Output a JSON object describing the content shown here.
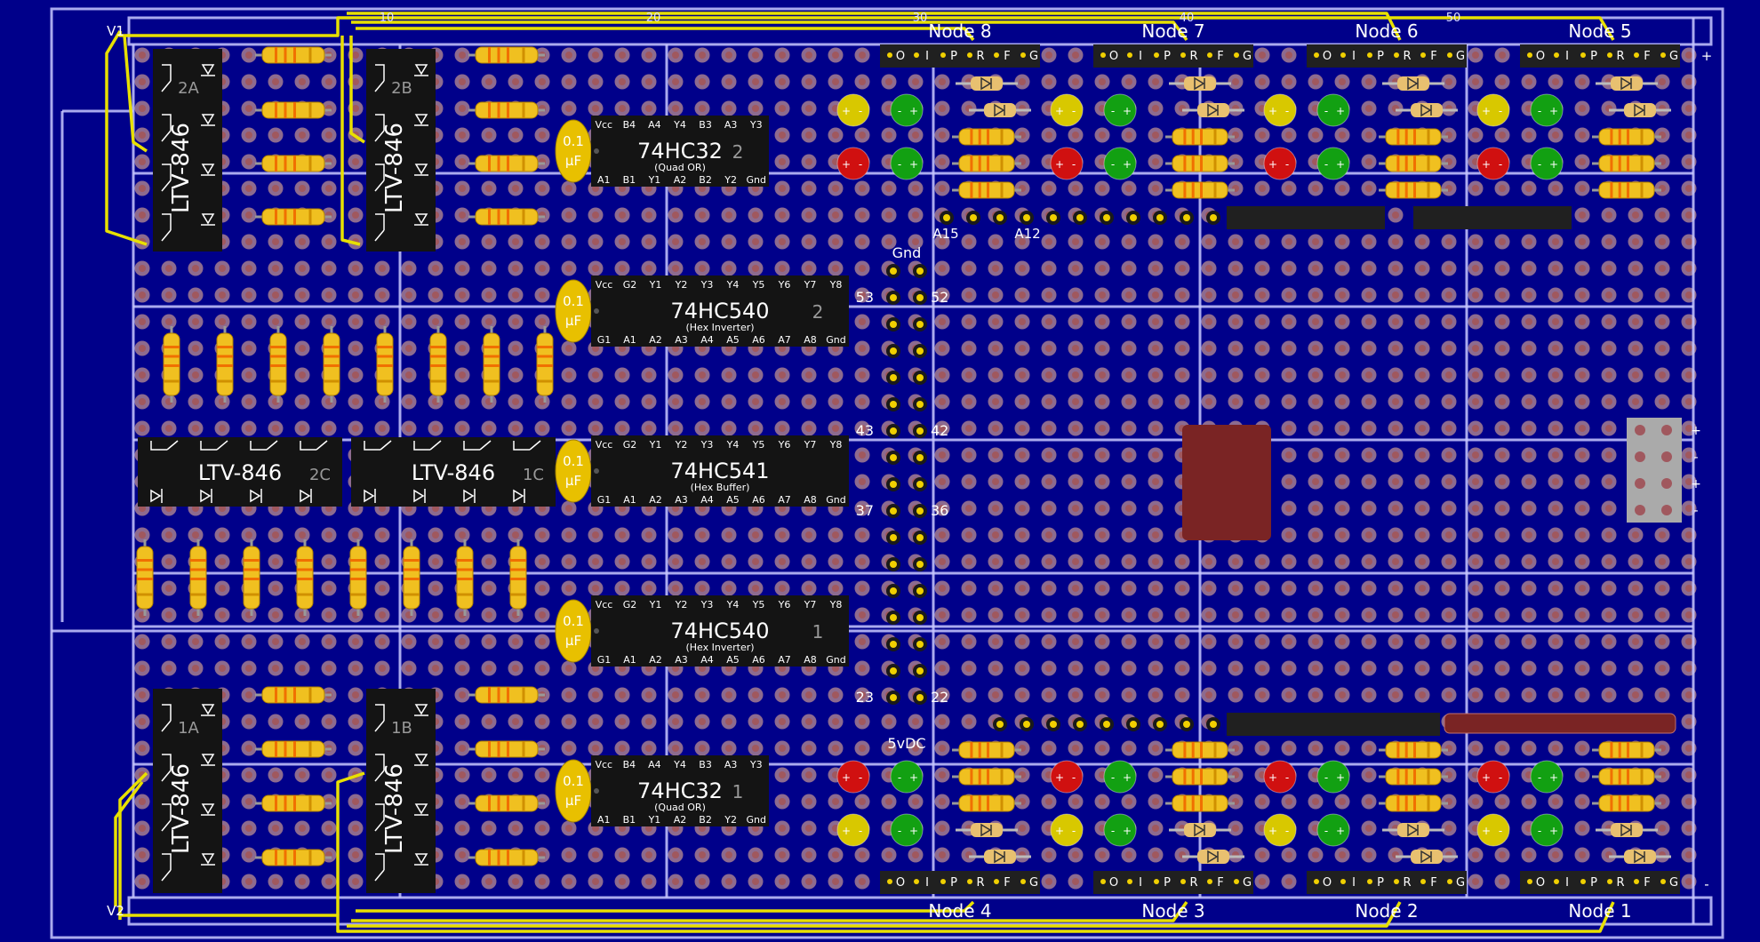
{
  "colors": {
    "background": "#00008a",
    "trace": "#c8c8ff",
    "pad": "#a0585e",
    "wire": "#e8e000",
    "ic": "#141414",
    "cap": "#e8c000",
    "led_red": "#d01010",
    "led_green": "#12a012",
    "led_yellow": "#d8c800",
    "connector": "#202020",
    "block": "#7a2424"
  },
  "board": {
    "column_marks": [
      "10",
      "20",
      "30",
      "40",
      "50"
    ],
    "corner_labels": {
      "v1": "V1",
      "v2": "V2",
      "plus": "+",
      "minus": "-"
    }
  },
  "optocouplers": [
    {
      "id": "2A",
      "part": "LTV-846"
    },
    {
      "id": "2B",
      "part": "LTV-846"
    },
    {
      "id": "2C",
      "part": "LTV-846"
    },
    {
      "id": "1C",
      "part": "LTV-846"
    },
    {
      "id": "1A",
      "part": "LTV-846"
    },
    {
      "id": "1B",
      "part": "LTV-846"
    }
  ],
  "capacitors": [
    {
      "line1": "0.1",
      "line2": "µF"
    },
    {
      "line1": "0.1",
      "line2": "µF"
    },
    {
      "line1": "0.1",
      "line2": "µF"
    },
    {
      "line1": "0.1",
      "line2": "µF"
    },
    {
      "line1": "0.1",
      "line2": "µF"
    }
  ],
  "logic_chips": [
    {
      "part": "74HC32",
      "desc": "(Quad OR)",
      "num": "2",
      "top_pins": [
        "Vcc",
        "B4",
        "A4",
        "Y4",
        "B3",
        "A3",
        "Y3"
      ],
      "bottom_pins": [
        "A1",
        "B1",
        "Y1",
        "A2",
        "B2",
        "Y2",
        "Gnd"
      ]
    },
    {
      "part": "74HC540",
      "desc": "(Hex Inverter)",
      "num": "2",
      "top_pins": [
        "Vcc",
        "G2",
        "Y1",
        "Y2",
        "Y3",
        "Y4",
        "Y5",
        "Y6",
        "Y7",
        "Y8"
      ],
      "bottom_pins": [
        "G1",
        "A1",
        "A2",
        "A3",
        "A4",
        "A5",
        "A6",
        "A7",
        "A8",
        "Gnd"
      ]
    },
    {
      "part": "74HC541",
      "desc": "(Hex Buffer)",
      "num": "",
      "top_pins": [
        "Vcc",
        "G2",
        "Y1",
        "Y2",
        "Y3",
        "Y4",
        "Y5",
        "Y6",
        "Y7",
        "Y8"
      ],
      "bottom_pins": [
        "G1",
        "A1",
        "A2",
        "A3",
        "A4",
        "A5",
        "A6",
        "A7",
        "A8",
        "Gnd"
      ]
    },
    {
      "part": "74HC540",
      "desc": "(Hex Inverter)",
      "num": "1",
      "top_pins": [
        "Vcc",
        "G2",
        "Y1",
        "Y2",
        "Y3",
        "Y4",
        "Y5",
        "Y6",
        "Y7",
        "Y8"
      ],
      "bottom_pins": [
        "G1",
        "A1",
        "A2",
        "A3",
        "A4",
        "A5",
        "A6",
        "A7",
        "A8",
        "Gnd"
      ]
    },
    {
      "part": "74HC32",
      "desc": "(Quad OR)",
      "num": "1",
      "top_pins": [
        "Vcc",
        "B4",
        "A4",
        "Y4",
        "B3",
        "A3",
        "Y3"
      ],
      "bottom_pins": [
        "A1",
        "B1",
        "Y1",
        "A2",
        "B2",
        "Y2",
        "Gnd"
      ]
    }
  ],
  "header_labels": {
    "gnd": "Gnd",
    "five_vdc": "5vDC",
    "pins": [
      "53",
      "52",
      "43",
      "42",
      "37",
      "36",
      "23",
      "22"
    ],
    "a15": "A15",
    "a12": "A12"
  },
  "node_connector_pins": [
    "O",
    "I",
    "P",
    "R",
    "F",
    "G"
  ],
  "nodes_top": [
    "Node 8",
    "Node 7",
    "Node 6",
    "Node 5"
  ],
  "nodes_bottom": [
    "Node 4",
    "Node 3",
    "Node 2",
    "Node 1"
  ],
  "power_terminal": [
    "+",
    "-",
    "+",
    "-"
  ],
  "led_marks": {
    "plus": "+",
    "minus": "-"
  }
}
